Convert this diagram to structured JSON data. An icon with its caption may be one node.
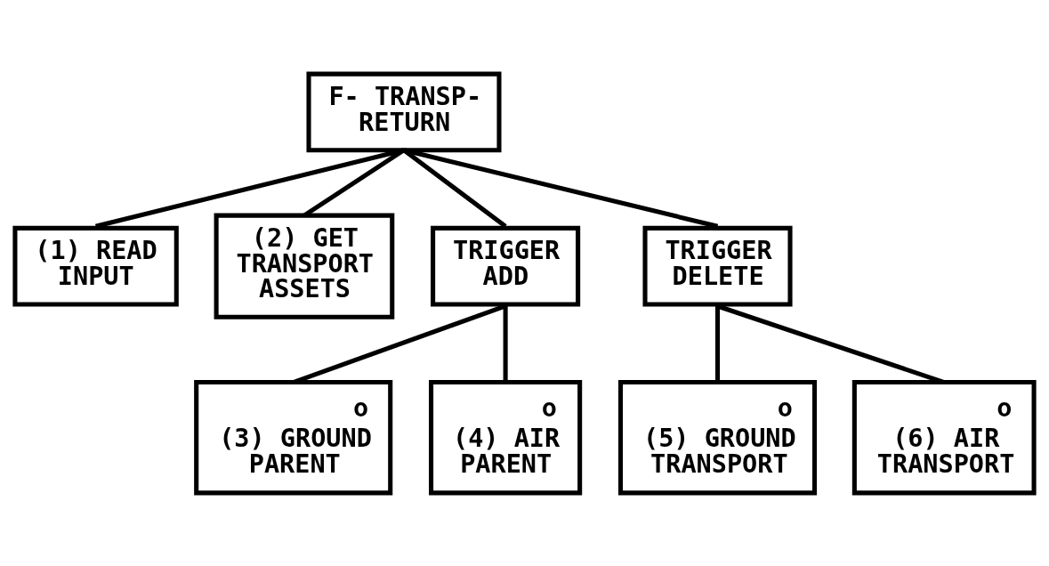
{
  "diagram": {
    "nodes": [
      {
        "text": [
          "F- TRANSP- RETURN"
        ]
      },
      {
        "text": [
          "(1) READ INPUT"
        ]
      },
      {
        "text": [
          "(2) GET TRANSPORT ASSETS"
        ]
      },
      {
        "text": [
          "TRIGGER ADD"
        ]
      },
      {
        "text": [
          "TRIGGER DELETE"
        ]
      },
      {
        "text": [
          "o",
          "(3) GROUND PARENT"
        ]
      },
      {
        "text": [
          "o",
          "(4) AIR PARENT"
        ]
      },
      {
        "text": [
          "o",
          "(5) GROUND TRANSPORT"
        ]
      },
      {
        "text": [
          "o",
          "(6) AIR TRANSPORT"
        ]
      }
    ],
    "edges": [
      {
        "from": 0,
        "to": 1,
        "arrow": "none"
      },
      {
        "from": 0,
        "to": 2,
        "arrow": "none"
      },
      {
        "from": 0,
        "to": 3,
        "arrow": "none"
      },
      {
        "from": 0,
        "to": 4,
        "arrow": "none"
      },
      {
        "from": 3,
        "to": 5,
        "arrow": "none"
      },
      {
        "from": 3,
        "to": 6,
        "arrow": "none"
      },
      {
        "from": 4,
        "to": 7,
        "arrow": "none"
      },
      {
        "from": 4,
        "to": 8,
        "arrow": "none"
      }
    ]
  }
}
